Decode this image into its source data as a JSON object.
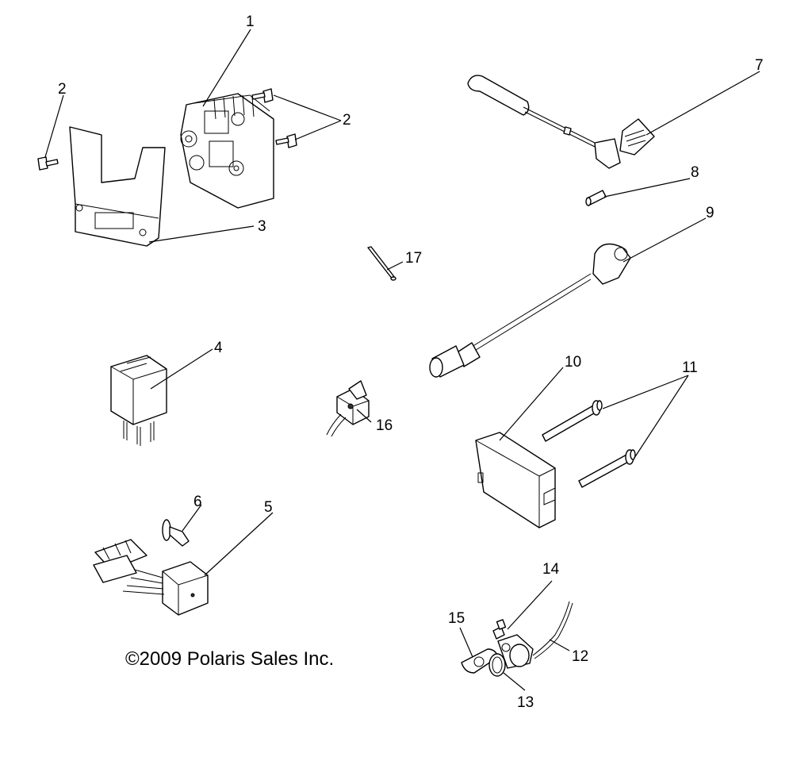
{
  "callouts": {
    "c1": "1",
    "c2a": "2",
    "c2b": "2",
    "c3": "3",
    "c4": "4",
    "c5": "5",
    "c6": "6",
    "c7": "7",
    "c8": "8",
    "c9": "9",
    "c10": "10",
    "c11": "11",
    "c12": "12",
    "c13": "13",
    "c14": "14",
    "c15": "15",
    "c16": "16",
    "c17": "17"
  },
  "copyright": "©2009 Polaris Sales Inc."
}
